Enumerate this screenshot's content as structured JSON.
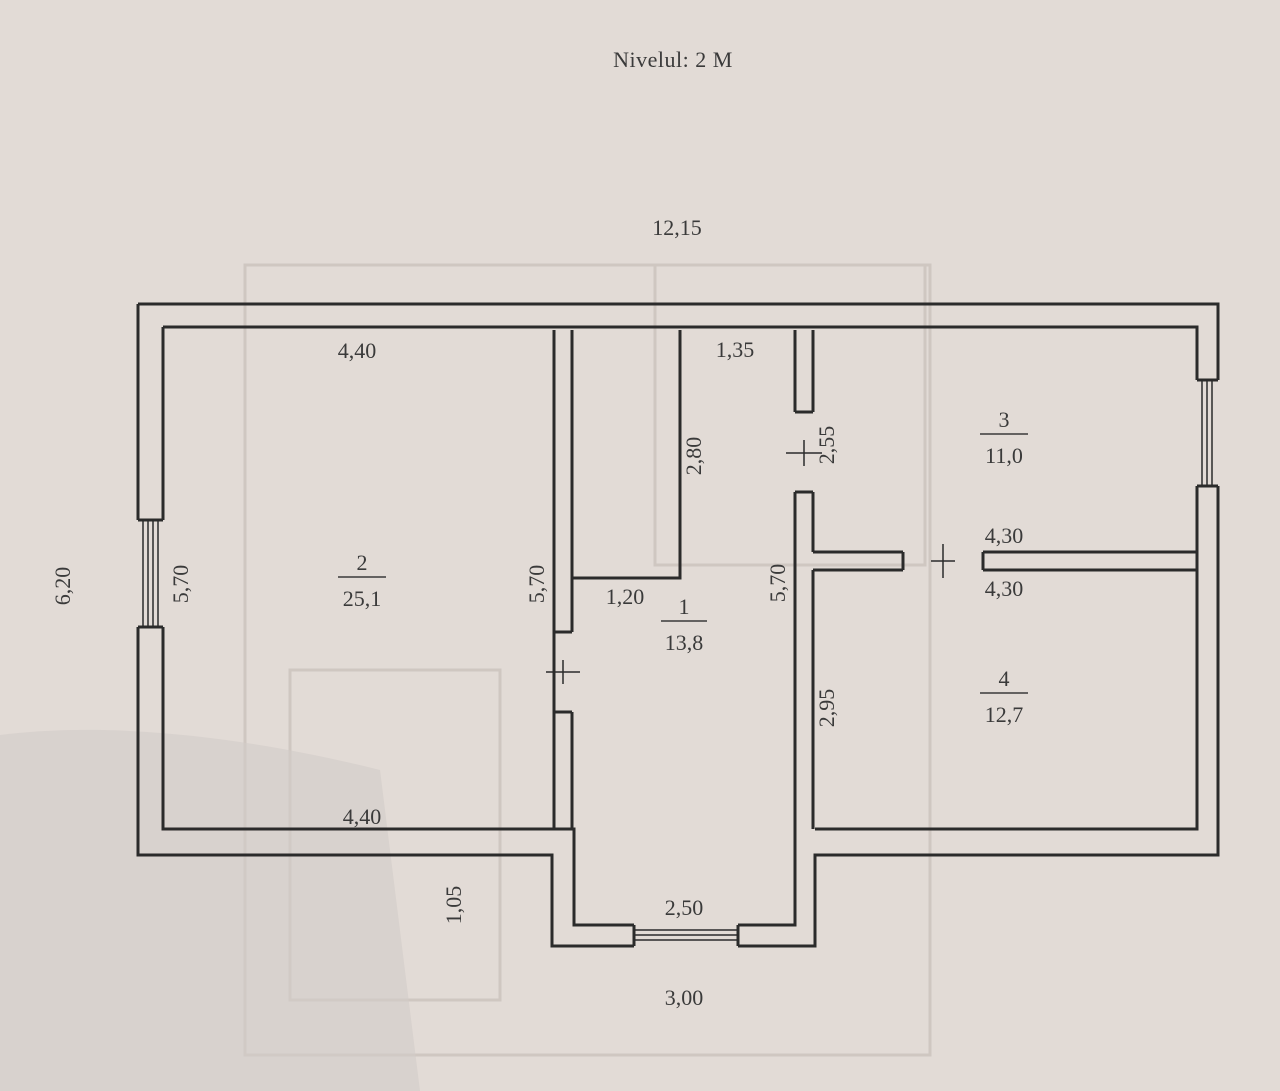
{
  "plan": {
    "title": "Nivelul: 2 M",
    "colors": {
      "paper": "#e2dbd6",
      "ink": "#2b2b2b",
      "text": "#3a3a3a"
    },
    "dimensions": {
      "overall_width": "12,15",
      "overall_height": "6,20",
      "room2_top": "4,40",
      "room2_bottom": "4,40",
      "room2_left": "5,70",
      "partition_left": "5,70",
      "corridor_top": "1,35",
      "closet_height": "2,80",
      "closet_width": "1,20",
      "partition_right": "5,70",
      "room3_side": "2,55",
      "room4_side": "2,95",
      "room3_bottom": "4,30",
      "room4_top": "4,30",
      "porch_depth": "1,05",
      "porch_inner": "2,50",
      "porch_outer": "3,00"
    },
    "rooms": [
      {
        "number": "1",
        "area": "13,8"
      },
      {
        "number": "2",
        "area": "25,1"
      },
      {
        "number": "3",
        "area": "11,0"
      },
      {
        "number": "4",
        "area": "12,7"
      }
    ]
  }
}
